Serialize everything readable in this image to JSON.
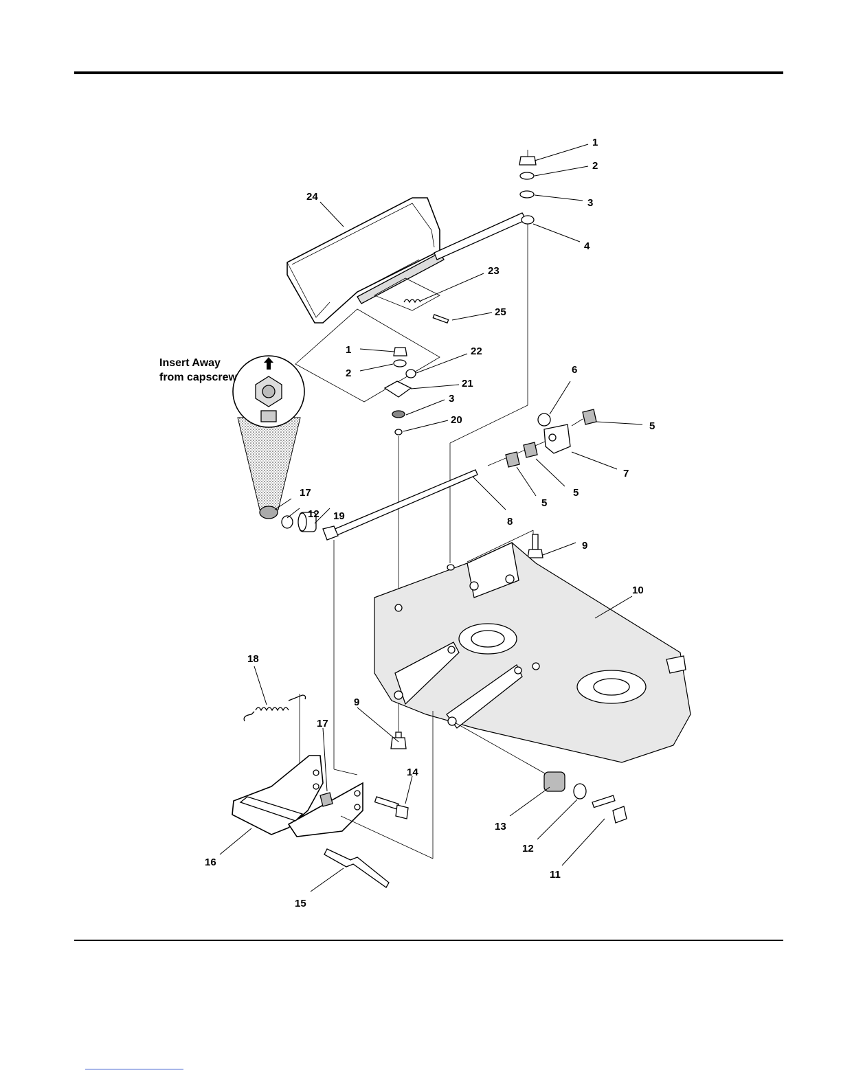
{
  "note": {
    "line1": "Insert Away",
    "line2": "from  capscrew"
  },
  "callouts": [
    {
      "id": "c-1-top",
      "label": "1"
    },
    {
      "id": "c-2-top",
      "label": "2"
    },
    {
      "id": "c-3-top",
      "label": "3"
    },
    {
      "id": "c-4",
      "label": "4"
    },
    {
      "id": "c-24",
      "label": "24"
    },
    {
      "id": "c-23",
      "label": "23"
    },
    {
      "id": "c-25",
      "label": "25"
    },
    {
      "id": "c-1-mid",
      "label": "1"
    },
    {
      "id": "c-2-mid",
      "label": "2"
    },
    {
      "id": "c-22",
      "label": "22"
    },
    {
      "id": "c-21",
      "label": "21"
    },
    {
      "id": "c-3-mid",
      "label": "3"
    },
    {
      "id": "c-20",
      "label": "20"
    },
    {
      "id": "c-6",
      "label": "6"
    },
    {
      "id": "c-5-a",
      "label": "5"
    },
    {
      "id": "c-7",
      "label": "7"
    },
    {
      "id": "c-5-b",
      "label": "5"
    },
    {
      "id": "c-5-c",
      "label": "5"
    },
    {
      "id": "c-8",
      "label": "8"
    },
    {
      "id": "c-17-top",
      "label": "17"
    },
    {
      "id": "c-12-top",
      "label": "12"
    },
    {
      "id": "c-19",
      "label": "19"
    },
    {
      "id": "c-9-top",
      "label": "9"
    },
    {
      "id": "c-10",
      "label": "10"
    },
    {
      "id": "c-18",
      "label": "18"
    },
    {
      "id": "c-9-bot",
      "label": "9"
    },
    {
      "id": "c-17-bot",
      "label": "17"
    },
    {
      "id": "c-14",
      "label": "14"
    },
    {
      "id": "c-16",
      "label": "16"
    },
    {
      "id": "c-15",
      "label": "15"
    },
    {
      "id": "c-13",
      "label": "13"
    },
    {
      "id": "c-12-bot",
      "label": "12"
    },
    {
      "id": "c-11",
      "label": "11"
    }
  ]
}
